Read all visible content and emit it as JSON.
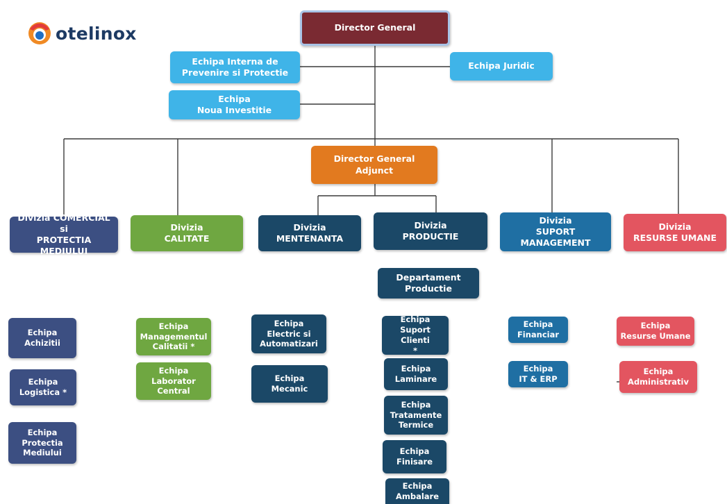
{
  "logo": {
    "text": "otelinox"
  },
  "colors": {
    "director": "#7a2a32",
    "light_blue": "#3fb4e8",
    "orange": "#e27a1f",
    "navy": "#3c4f82",
    "green": "#6fa741",
    "dark_teal": "#1b4867",
    "mid_blue": "#1f6fa3",
    "red": "#e35560"
  },
  "top": {
    "director_general": "Director General",
    "echipa_prevenire": "Echipa Interna de\nPrevenire si Protectie",
    "echipa_juridic": "Echipa Juridic",
    "echipa_investitie": "Echipa\nNoua Investitie",
    "director_adjunct": "Director General Adjunct"
  },
  "divisions": [
    {
      "name": "Divizia COMERCIAL si\nPROTECTIA MEDIULUI",
      "teams": [
        "Echipa\nAchizitii",
        "Echipa\nLogistica *",
        "Echipa\nProtectia\nMediului"
      ]
    },
    {
      "name": "Divizia\nCALITATE",
      "teams": [
        "Echipa\nManagementul\nCalitatii *",
        "Echipa\nLaborator\nCentral"
      ]
    },
    {
      "name": "Divizia\nMENTENANTA",
      "teams": [
        "Echipa\nElectric si\nAutomatizari",
        "Echipa\nMecanic"
      ]
    },
    {
      "name": "Divizia\nPRODUCTIE",
      "department": "Departament\nProductie",
      "teams": [
        "Echipa\nSuport Clienti\n*",
        "Echipa\nLaminare",
        "Echipa\nTratamente\nTermice",
        "Echipa\nFinisare",
        "Echipa\nAmbalare"
      ]
    },
    {
      "name": "Divizia\nSUPORT\nMANAGEMENT",
      "teams": [
        "Echipa\nFinanciar",
        "Echipa\nIT & ERP"
      ]
    },
    {
      "name": "Divizia\nRESURSE UMANE",
      "teams": [
        "Echipa\nResurse Umane",
        "Echipa\nAdministrativ"
      ]
    }
  ]
}
